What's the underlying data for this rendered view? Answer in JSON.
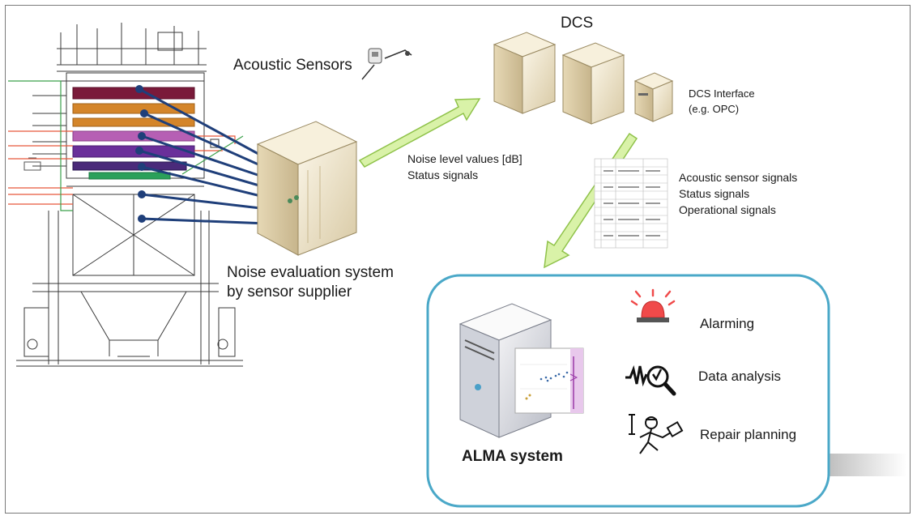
{
  "labels": {
    "acoustic_sensors": "Acoustic Sensors",
    "dcs": "DCS",
    "dcs_interface": [
      "DCS Interface",
      "(e.g. OPC)"
    ],
    "noise_level_signals": [
      "Noise level values [dB]",
      "Status signals"
    ],
    "dcs_to_alma_signals": [
      "Acoustic sensor signals",
      "Status signals",
      "Operational signals"
    ],
    "noise_evaluation": [
      "Noise evaluation system",
      "by sensor supplier"
    ],
    "alma_system": "ALMA system",
    "functions": [
      "Alarming",
      "Data analysis",
      "Repair planning"
    ]
  },
  "icons": {
    "boiler": "boiler-schematic-icon",
    "sensor": "acoustic-sensor-icon",
    "noise_server": "server-tower-icon",
    "dcs_servers": "server-icon",
    "dcs_interface": "small-server-icon",
    "table": "signal-table-icon",
    "alma_server": "alma-server-icon",
    "alarm": "alarm-siren-icon",
    "analysis": "magnifier-waveform-icon",
    "repair": "repair-worker-icon"
  },
  "colors": {
    "arrow_fill": "#d9f2a8",
    "arrow_stroke": "#8fc24a",
    "sensor_line": "#1f3f7a",
    "alma_border": "#4aa8c8",
    "server_body": "#f0e6cc",
    "alarm_red": "#f04a4a"
  }
}
